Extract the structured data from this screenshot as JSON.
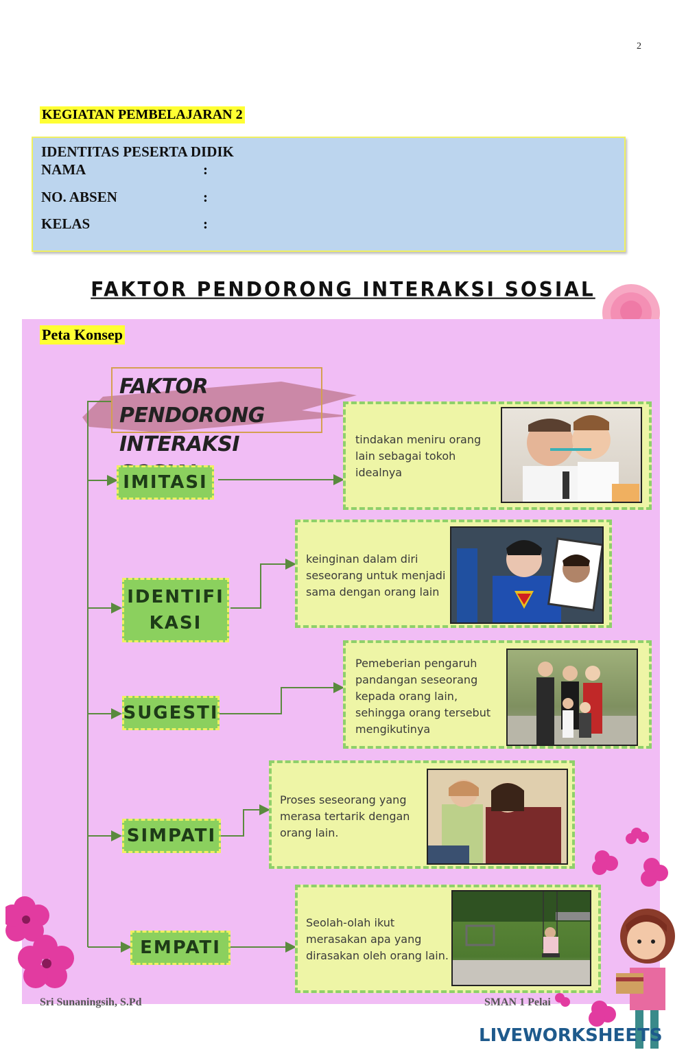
{
  "page_number": "2",
  "activity_title": "KEGIATAN PEMBELAJARAN 2",
  "identity": {
    "heading": "IDENTITAS PESERTA DIDIK",
    "fields": [
      {
        "label": "NAMA",
        "colon": ":"
      },
      {
        "label": "NO. ABSEN",
        "colon": ":"
      },
      {
        "label": "KELAS",
        "colon": ":"
      }
    ]
  },
  "main_title": "FAKTOR PENDORONG INTERAKSI SOSIAL",
  "concept_map_label": "Peta Konsep",
  "map_title": {
    "line1": "FAKTOR PENDORONG",
    "line2": "INTERAKSI SOSIAL"
  },
  "factors": [
    {
      "name": "IMITASI",
      "description": "tindakan meniru orang lain sebagai tokoh idealnya",
      "photo": "father-son-toothbrush-photo"
    },
    {
      "name_line1": "IDENTIFI",
      "name_line2": "KASI",
      "description": "keinginan dalam diri seseorang untuk menjadi sama dengan orang lain",
      "photo": "superman-costume-photo"
    },
    {
      "name": "SUGESTI",
      "description": "Pemeberian pengaruh pandangan seseorang kepada orang lain, sehingga orang tersebut mengikutinya",
      "photo": "family-portrait-photo"
    },
    {
      "name": "SIMPATI",
      "description": "Proses seseorang yang merasa tertarik dengan orang lain.",
      "photo": "two-women-comfort-photo"
    },
    {
      "name": "EMPATI",
      "description": "Seolah-olah ikut merasakan apa yang dirasakan oleh orang lain.",
      "photo": "girl-on-swing-photo"
    }
  ],
  "footer": {
    "left": "Sri Sunaningsih, S.Pd",
    "right": "SMAN 1 Pelai"
  },
  "brand": "LIVEWORKSHEETS",
  "colors": {
    "pink_panel": "#f1bdf5",
    "id_box": "#bcd5ee",
    "highlight": "#ffff33",
    "factor_green": "#8bd05e",
    "desc_yellow": "#eef5a6",
    "arrow": "#5a8a3e"
  }
}
